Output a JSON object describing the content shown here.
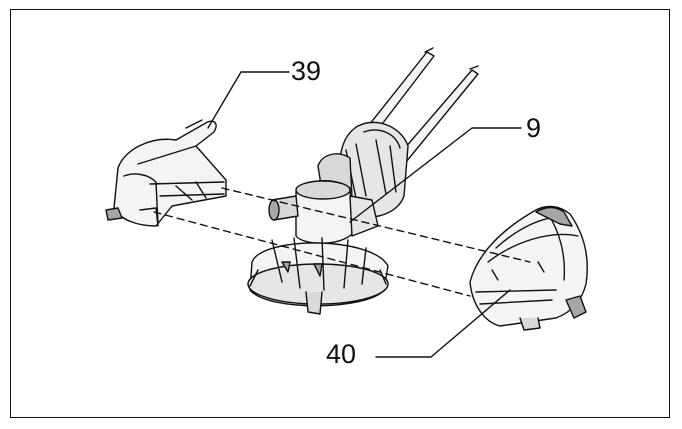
{
  "callouts": {
    "part_39": "39",
    "part_9": "9",
    "part_40": "40"
  },
  "colors": {
    "line": "#111111",
    "fill_light": "#f4f4f4",
    "fill_mid": "#d9d9d9",
    "fill_dark": "#a6a6a6"
  }
}
